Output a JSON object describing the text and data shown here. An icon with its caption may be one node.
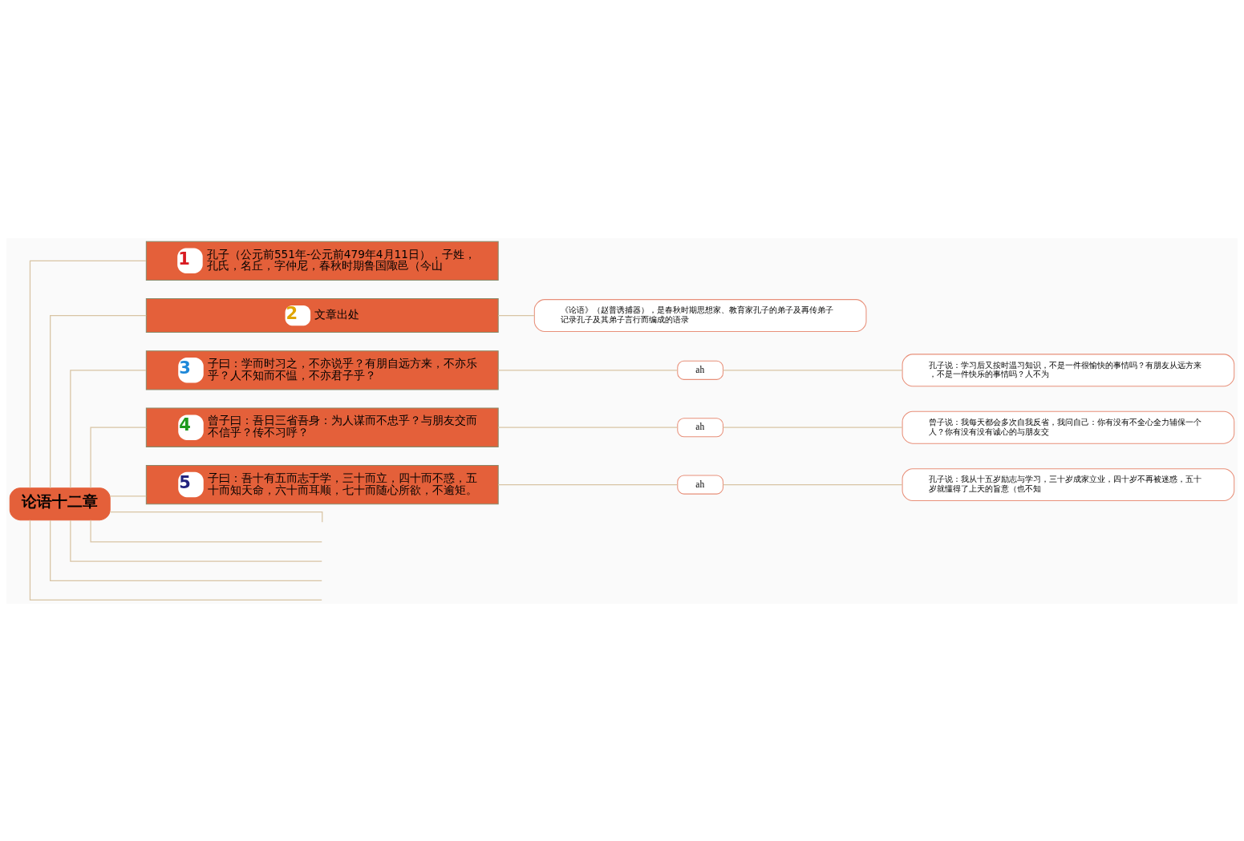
{
  "diagram": {
    "nodes": [
      {
        "text": [
          "论语十二章"
        ]
      },
      {
        "text": [
          "1",
          "孔子（公元前551年-公元前479年4月11日），子姓，孔氏，名丘，字仲尼，春秋时期鲁国陬邑（今山"
        ]
      },
      {
        "text": [
          "2",
          "文章出处"
        ]
      },
      {
        "text": [
          "《论语》（赵普诱捕器），是春秋时期思想家、教育家孔子的弟子及再传弟子记录孔子及其弟子言行而编成的语录"
        ]
      },
      {
        "text": [
          "3",
          "子曰：学而时习之，不亦说乎？有朋自远方来，不亦乐乎？人不知而不愠，不亦君子乎？"
        ]
      },
      {
        "text": [
          "ah"
        ]
      },
      {
        "text": [
          "孔子说：学习后又按时温习知识，不是一件很愉快的事情吗？有朋友从远方来，不是一件快乐的事情吗？人不为"
        ]
      },
      {
        "text": [
          "4",
          "曾子曰：吾日三省吾身：为人谋而不忠乎？与朋友交而不信乎？传不习呼？"
        ]
      },
      {
        "text": [
          "ah"
        ]
      },
      {
        "text": [
          "曾子说：我每天都会多次自我反省，我问自己：你有没有不全心全力辅保一个人？你有没有没有诚心的与朋友交"
        ]
      },
      {
        "text": [
          "5",
          "子曰：吾十有五而志于学，三十而立，四十而不惑，五十而知天命，六十而耳顺，七十而随心所欲，不逾矩。"
        ]
      },
      {
        "text": [
          "ah"
        ]
      },
      {
        "text": [
          "孔子说：我从十五岁励志与学习，三十岁成家立业，四十岁不再被迷惑，五十岁就懂得了上天的旨意（也不知"
        ]
      }
    ],
    "edges": [
      {
        "from": 0,
        "to": 1,
        "arrow": "none"
      },
      {
        "from": 0,
        "to": 2,
        "arrow": "none"
      },
      {
        "from": 2,
        "to": 3,
        "arrow": "none"
      },
      {
        "from": 0,
        "to": 4,
        "arrow": "none"
      },
      {
        "from": 4,
        "to": 5,
        "arrow": "none"
      },
      {
        "from": 5,
        "to": 6,
        "arrow": "none"
      },
      {
        "from": 0,
        "to": 7,
        "arrow": "none"
      },
      {
        "from": 7,
        "to": 8,
        "arrow": "none"
      },
      {
        "from": 8,
        "to": 9,
        "arrow": "none"
      },
      {
        "from": 0,
        "to": 10,
        "arrow": "none"
      },
      {
        "from": 10,
        "to": 11,
        "arrow": "none"
      },
      {
        "from": 11,
        "to": 12,
        "arrow": "none"
      },
      {
        "from": 0,
        "to": null,
        "arrow": "none"
      },
      {
        "from": 0,
        "to": null,
        "arrow": "none"
      },
      {
        "from": 0,
        "to": null,
        "arrow": "none"
      },
      {
        "from": 0,
        "to": null,
        "arrow": "none"
      },
      {
        "from": 0,
        "to": null,
        "arrow": "none"
      }
    ]
  }
}
